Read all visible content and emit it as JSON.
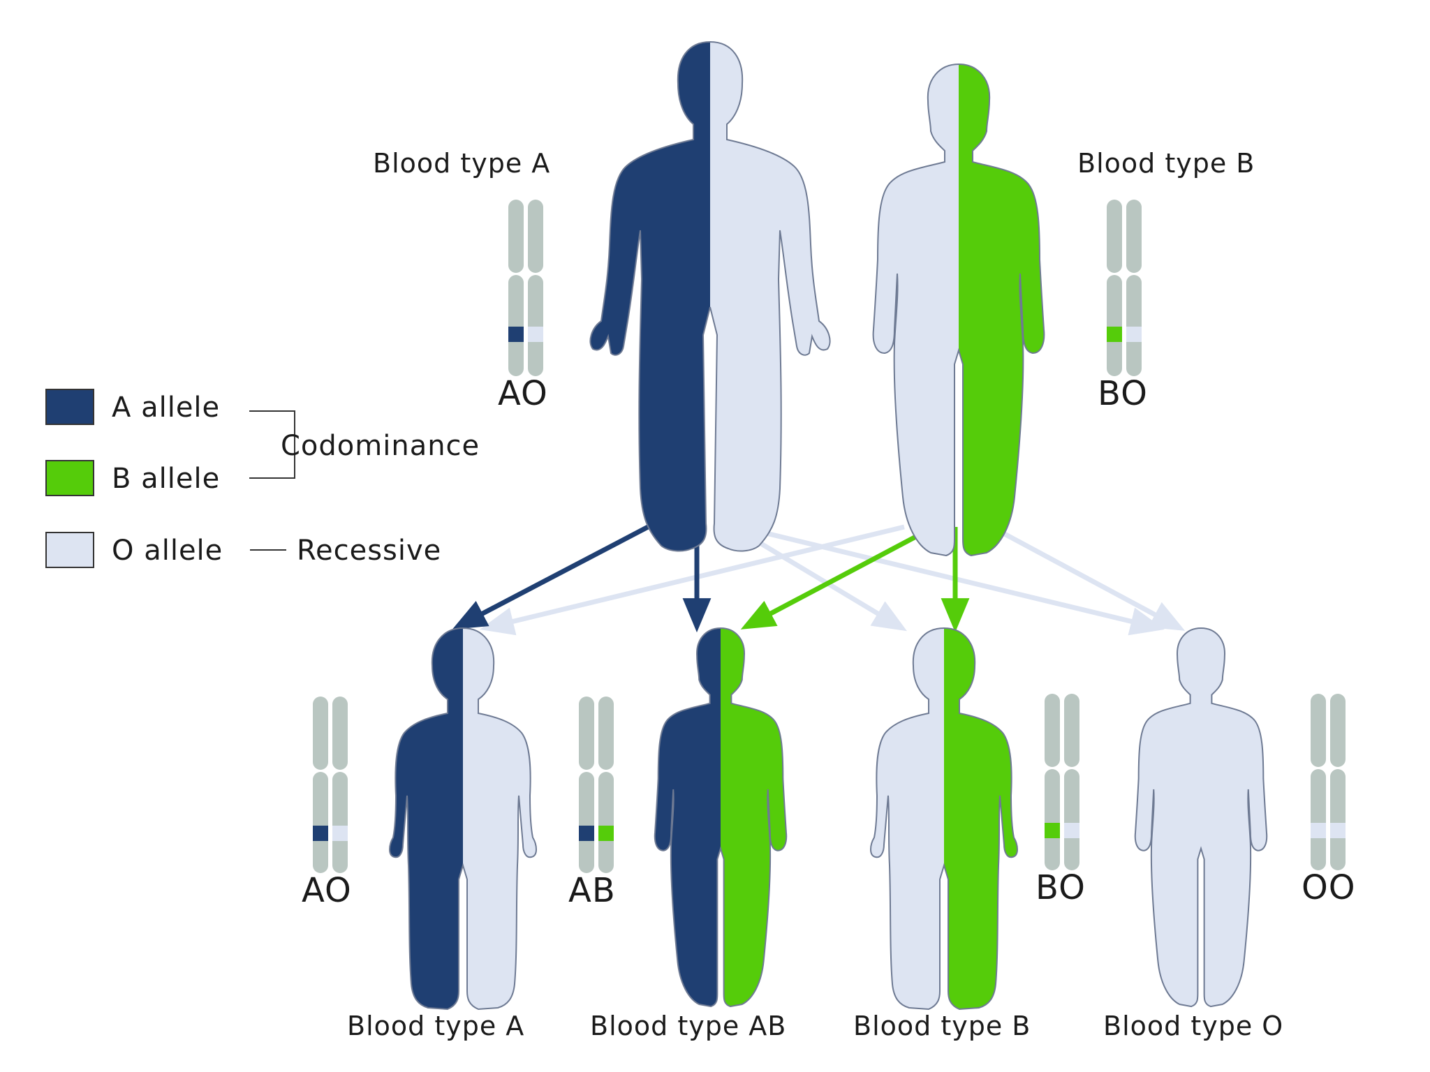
{
  "colors": {
    "a_allele": "#1f3f72",
    "b_allele": "#55cc0a",
    "o_allele": "#dde4f2",
    "chromosome": "#b9c6c1",
    "outline": "#6e7a93"
  },
  "legend": {
    "a_label": "A allele",
    "b_label": "B allele",
    "o_label": "O allele",
    "codominance": "Codominance",
    "recessive": "Recessive"
  },
  "parents": {
    "father": {
      "blood_type": "Blood type A",
      "genotype": "AO"
    },
    "mother": {
      "blood_type": "Blood type B",
      "genotype": "BO"
    }
  },
  "children": [
    {
      "blood_type": "Blood type A",
      "genotype": "AO"
    },
    {
      "blood_type": "Blood type AB",
      "genotype": "AB"
    },
    {
      "blood_type": "Blood type B",
      "genotype": "BO"
    },
    {
      "blood_type": "Blood type O",
      "genotype": "OO"
    }
  ]
}
